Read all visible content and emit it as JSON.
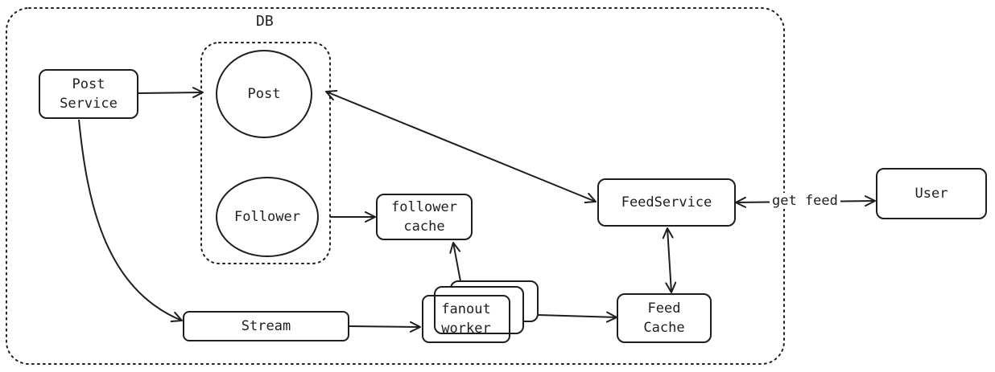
{
  "colors": {
    "stroke": "#1e1e1e",
    "background": "#ffffff"
  },
  "groups": {
    "db": "DB"
  },
  "nodes": {
    "post_service": [
      "Post",
      "Service"
    ],
    "post": "Post",
    "follower": "Follower",
    "follower_cache": [
      "follower",
      "cache"
    ],
    "feed_service": "FeedService",
    "user": "User",
    "stream": "Stream",
    "fanout_worker": [
      "fanout",
      "worker"
    ],
    "feed_cache": [
      "Feed",
      "Cache"
    ]
  },
  "edges": {
    "get_feed": "get feed"
  }
}
